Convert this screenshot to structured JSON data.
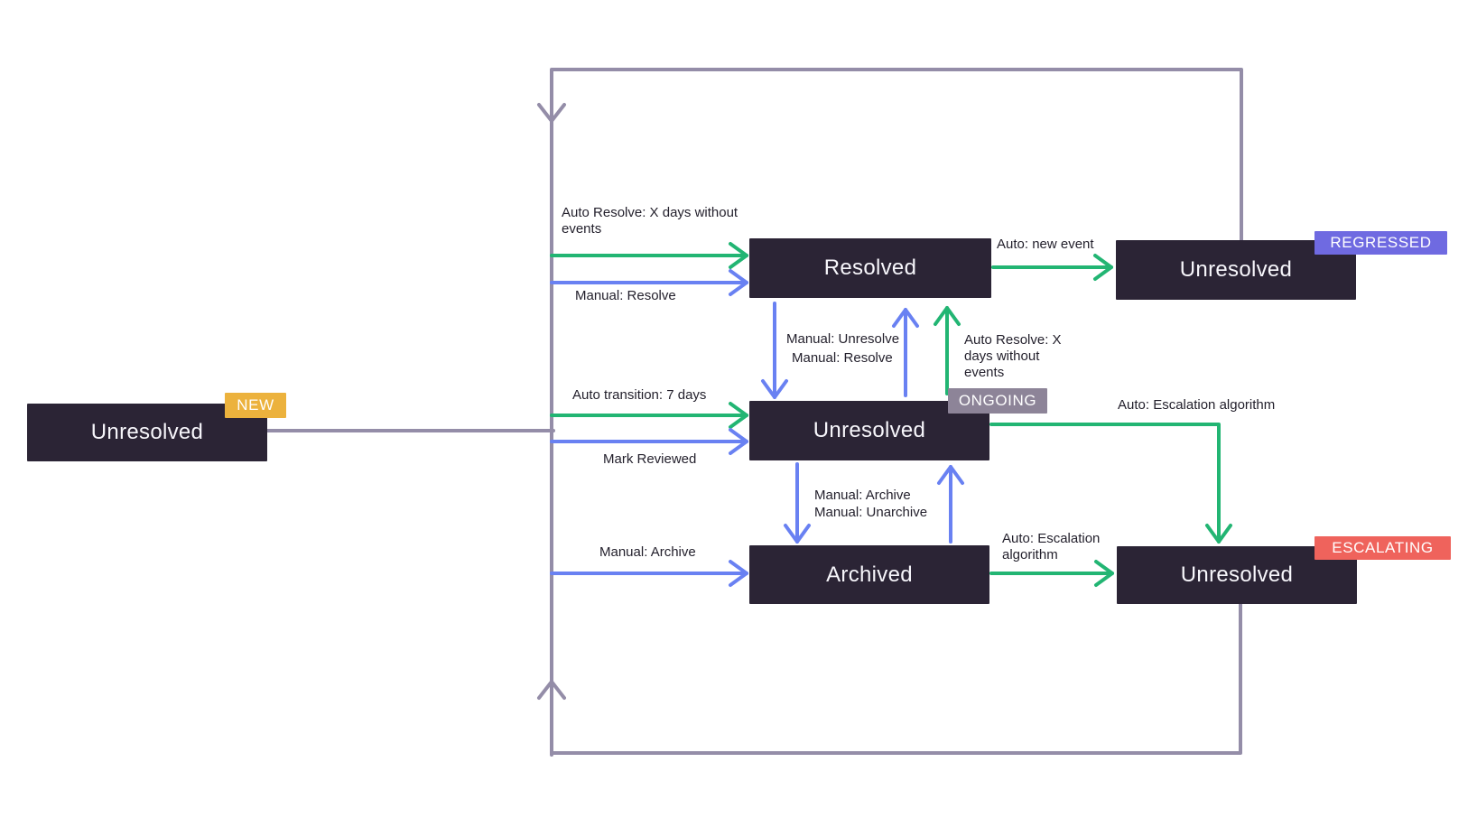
{
  "colors": {
    "node_bg": "#2b2435",
    "node_text": "#f7f6fb",
    "green": "#22b573",
    "blue": "#6981f2",
    "loop": "#948da8",
    "label_text": "#221f2b",
    "badge_new": "#ecb23d",
    "badge_regressed": "#6f6ae1",
    "badge_ongoing": "#8d8498",
    "badge_escalating": "#ef635c"
  },
  "nodes": {
    "new": {
      "label": "Unresolved",
      "badge": "NEW"
    },
    "resolved": {
      "label": "Resolved"
    },
    "regressed": {
      "label": "Unresolved",
      "badge": "REGRESSED"
    },
    "ongoing": {
      "label": "Unresolved",
      "badge": "ONGOING"
    },
    "archived": {
      "label": "Archived"
    },
    "escalating": {
      "label": "Unresolved",
      "badge": "ESCALATING"
    }
  },
  "edge_labels": {
    "auto_resolve_to_resolved": "Auto Resolve: X days without events",
    "manual_resolve_to_resolved": "Manual: Resolve",
    "auto_new_event": "Auto: new event",
    "manual_unresolve": "Manual: Unresolve",
    "manual_resolve_up": "Manual: Resolve",
    "auto_resolve_from_ongoing": "Auto Resolve: X days without events",
    "auto_transition": "Auto transition: 7 days",
    "mark_reviewed": "Mark Reviewed",
    "auto_escalation_from_ongoing": "Auto: Escalation algorithm",
    "manual_archive_down": "Manual: Archive",
    "manual_unarchive": "Manual: Unarchive",
    "manual_archive_left": "Manual: Archive",
    "auto_escalation_from_archived": "Auto: Escalation algorithm"
  }
}
